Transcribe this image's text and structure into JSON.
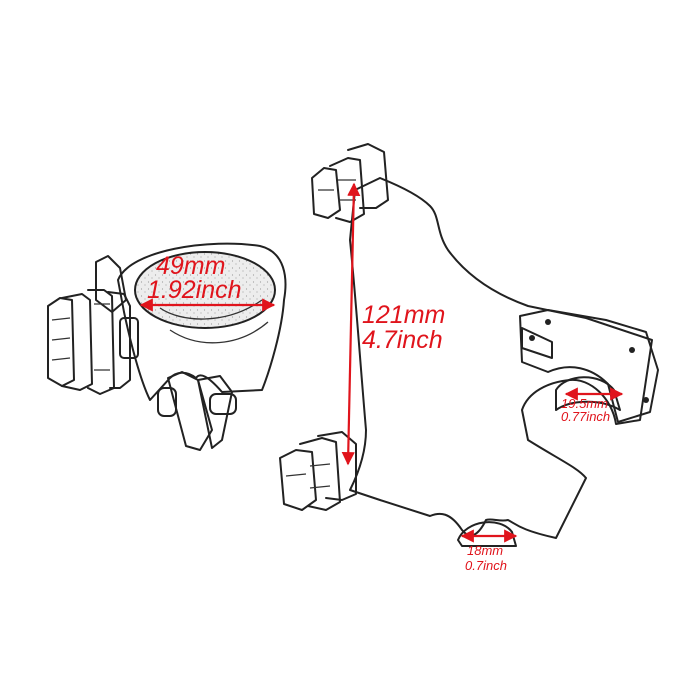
{
  "dimensions": {
    "clamp_diameter": {
      "mm": "49mm",
      "inch": "1.92inch"
    },
    "bracket_height": {
      "mm": "121mm",
      "inch": "4.7inch"
    },
    "right_cutout": {
      "mm": "19.5mm",
      "inch": "0.77inch"
    },
    "bottom_cutout": {
      "mm": "18mm",
      "inch": "0.7inch"
    }
  },
  "colors": {
    "annotation": "#e0141c",
    "line_art": "#222222",
    "fill_texture": "#cfcfcf"
  }
}
